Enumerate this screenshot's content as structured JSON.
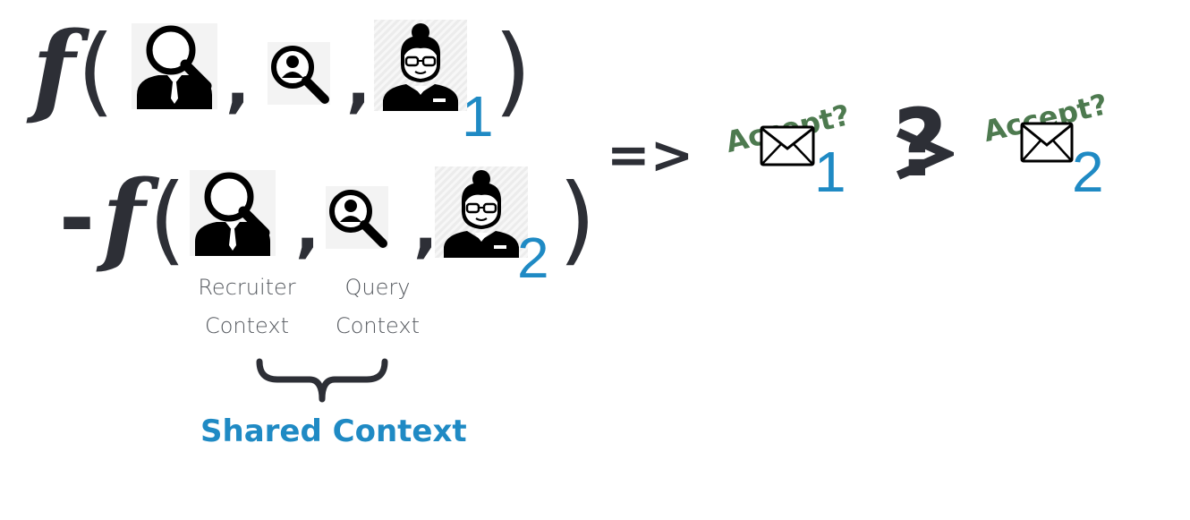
{
  "equation": {
    "func_symbol": "f",
    "open_paren": "(",
    "close_paren": ")",
    "comma": ",",
    "minus": "-",
    "subscript_1": "1",
    "subscript_2": "2"
  },
  "labels": {
    "recruiter_line1": "Recruiter",
    "recruiter_line2": "Context",
    "query_line1": "Query",
    "query_line2": "Context",
    "brace": "}",
    "shared_context": "Shared Context"
  },
  "result": {
    "implies": "=>",
    "accept_1": "Accept?",
    "accept_2": "Accept?",
    "index_1": "1",
    "index_2": "2",
    "compare_symbol": "?"
  },
  "colors": {
    "dark": "#2d2f36",
    "blue": "#1f8ac4",
    "green": "#4d7a4f",
    "label_gray": "#55595f"
  },
  "icons": [
    "recruiter-icon",
    "search-person-icon",
    "candidate-icon",
    "envelope-icon"
  ]
}
